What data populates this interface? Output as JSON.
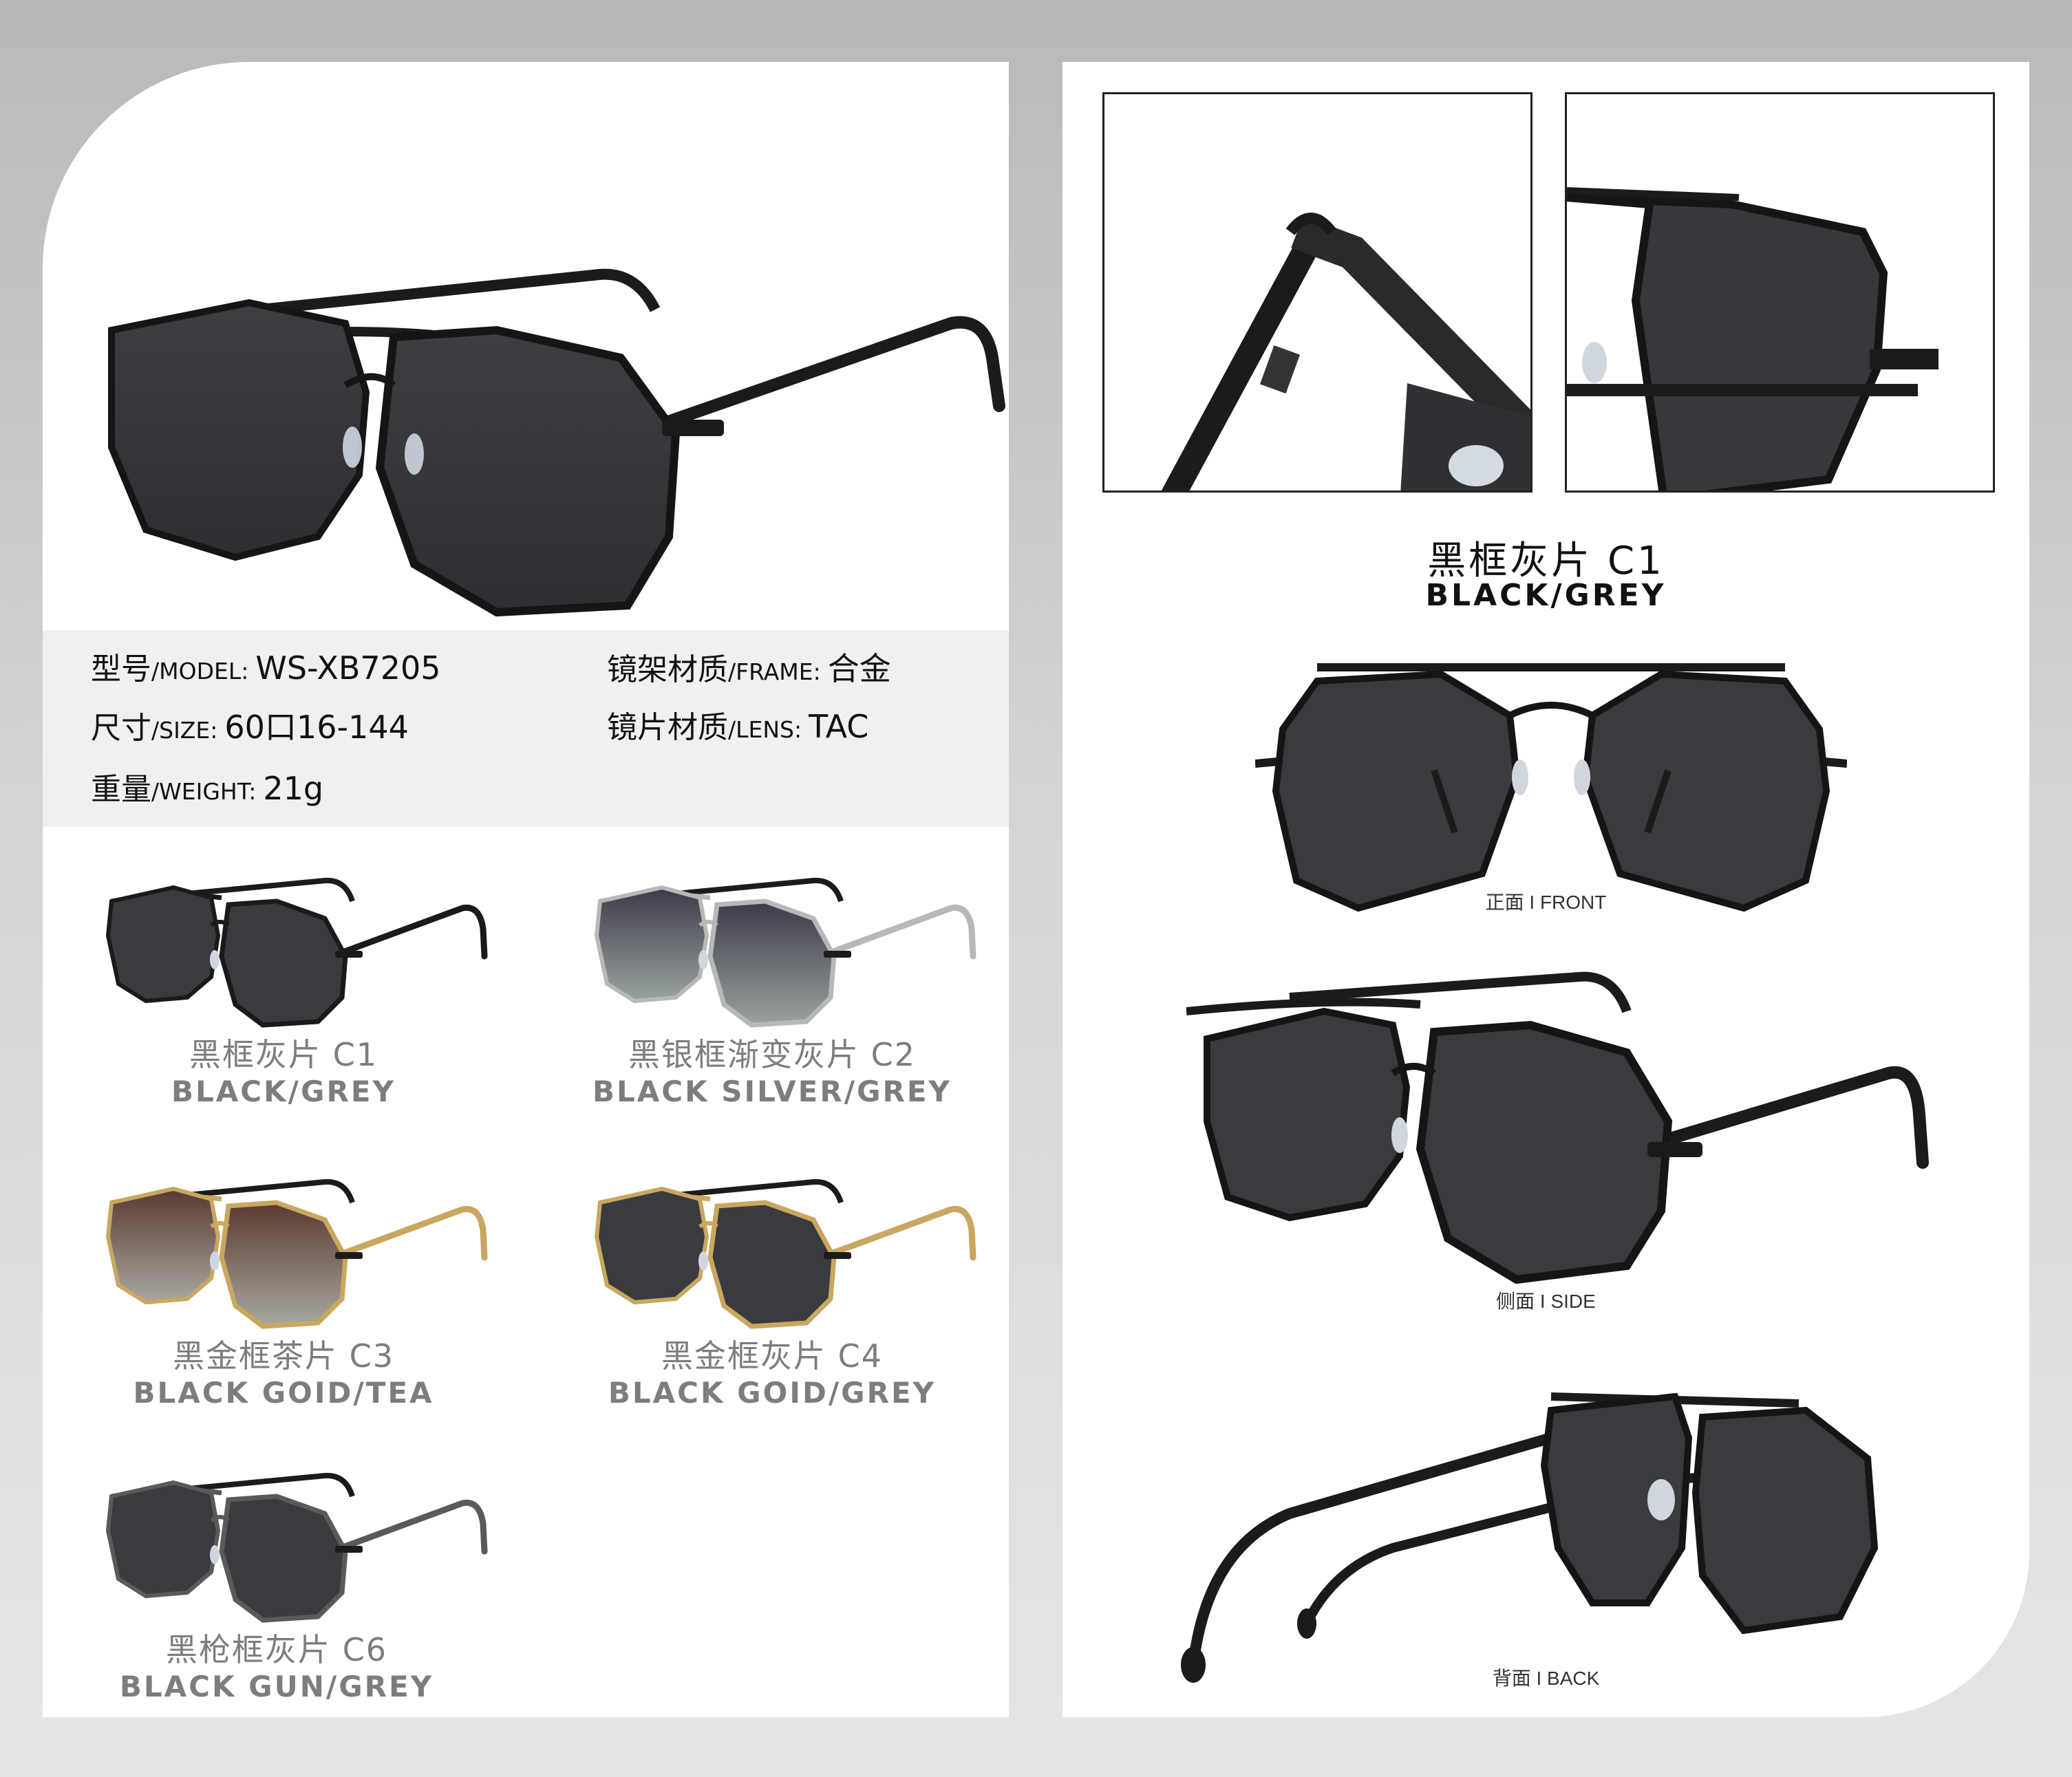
{
  "product": {
    "model_label_cn": "型号",
    "model_label_en": "/MODEL",
    "model_value": "WS-XB7205",
    "size_label_cn": "尺寸",
    "size_label_en": "/SIZE",
    "size_value": "60口16-144",
    "weight_label_cn": "重量",
    "weight_label_en": "/WEIGHT",
    "weight_value": "21g",
    "frame_label_cn": "镜架材质",
    "frame_label_en": "/FRAME",
    "frame_value": "合金",
    "lens_label_cn": "镜片材质",
    "lens_label_en": "/LENS",
    "lens_value": "TAC",
    "colon": ":"
  },
  "colors": [
    {
      "cn": "黑框灰片 C1",
      "en": "BLACK/GREY",
      "frame": "#1a1a1a",
      "lens_top": "#3a3b3e",
      "lens_bottom": "#3a3b3e"
    },
    {
      "cn": "黑银框渐变灰片 C2",
      "en": "BLACK SILVER/GREY",
      "frame": "#b8b8b8",
      "lens_top": "#3d3a48",
      "lens_bottom": "#9aa3a0"
    },
    {
      "cn": "黑金框茶片 C3",
      "en": "BLACK GOID/TEA",
      "frame": "#c9a760",
      "lens_top": "#5a3a30",
      "lens_bottom": "#a8a8a0"
    },
    {
      "cn": "黑金框灰片 C4",
      "en": "BLACK GOID/GREY",
      "frame": "#c9a760",
      "lens_top": "#3a3b3e",
      "lens_bottom": "#3a3b3e"
    },
    {
      "cn": "黑枪框灰片 C6",
      "en": "BLACK GUN/GREY",
      "frame": "#5a5a5a",
      "lens_top": "#3a3b3e",
      "lens_bottom": "#3a3b3e"
    }
  ],
  "featured": {
    "cn": "黑框灰片 C1",
    "en": "BLACK/GREY"
  },
  "views": {
    "front": "正面 I FRONT",
    "side": "侧面 I SIDE",
    "back": "背面 I BACK"
  }
}
